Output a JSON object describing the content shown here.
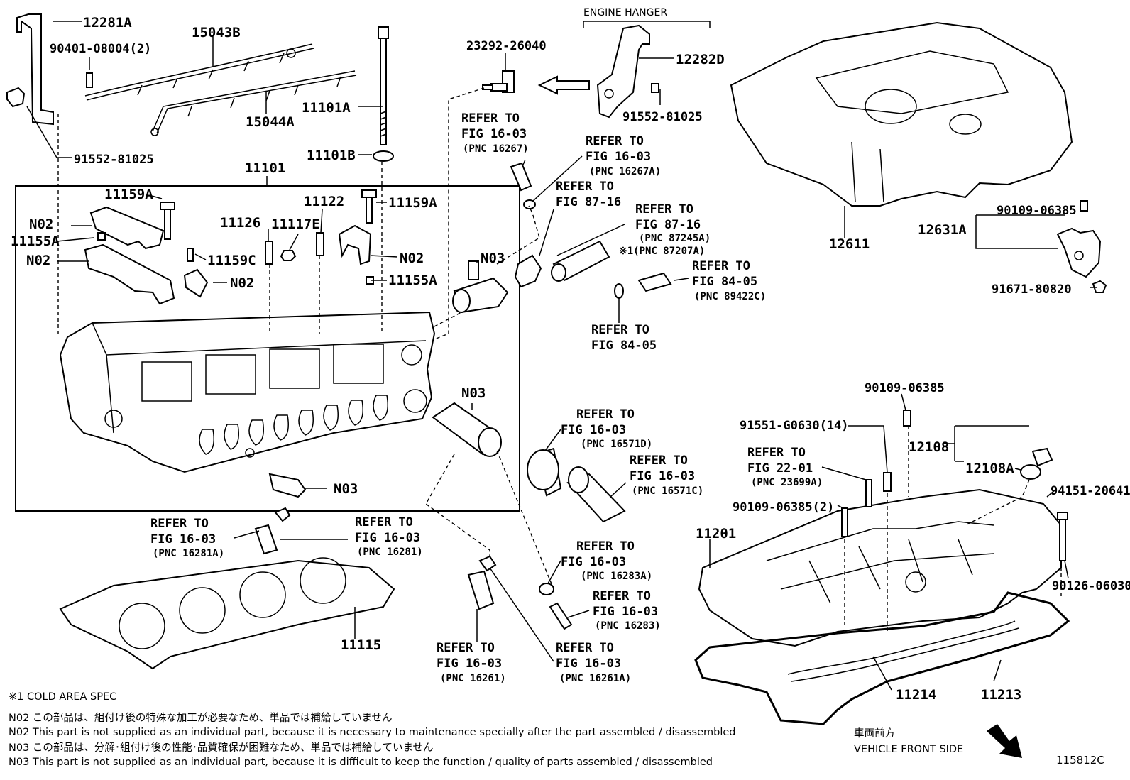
{
  "figure_id": "115812C",
  "engine_hanger_label": "ENGINE HANGER",
  "part_labels": {
    "p12281A": "12281A",
    "p90401": "90401-08004(2)",
    "p15043B": "15043B",
    "p15044A": "15044A",
    "p91552_left": "91552-81025",
    "p11101A": "11101A",
    "p11101B": "11101B",
    "p11101": "11101",
    "p11159A_l": "11159A",
    "p11159A_r": "11159A",
    "p11159C": "11159C",
    "p11155A_l": "11155A",
    "p11155A_r": "11155A",
    "p11126": "11126",
    "p11117E": "11117E",
    "p11122": "11122",
    "pN02_a": "N02",
    "pN02_b": "N02",
    "pN02_c": "N02",
    "pN02_d": "N02",
    "pN03_a": "N03",
    "pN03_b": "N03",
    "pN03_c": "N03",
    "p23292": "23292-26040",
    "p12282D": "12282D",
    "p91552_right": "91552-81025",
    "p12611": "12611",
    "p12631A": "12631A",
    "p90109_a": "90109-06385",
    "p91671": "91671-80820",
    "p90109_b": "90109-06385",
    "p91551": "91551-G0630(14)",
    "p12108": "12108",
    "p12108A": "12108A",
    "p94151": "94151-20641",
    "p90109_c": "90109-06385(2)",
    "p11201": "11201",
    "p90126": "90126-06030",
    "p11214": "11214",
    "p11213": "11213",
    "p11115": "11115"
  },
  "refers": [
    {
      "line1": "REFER TO",
      "line2": "FIG 16-03",
      "pnc": "(PNC 16267)"
    },
    {
      "line1": "REFER TO",
      "line2": "FIG 16-03",
      "pnc": "(PNC 16267A)"
    },
    {
      "line1": "REFER TO",
      "line2": "FIG 87-16",
      "pnc": ""
    },
    {
      "line1": "REFER TO",
      "line2": "FIG 87-16",
      "pnc": "(PNC 87245A)",
      "pnc2": "※1(PNC 87207A)"
    },
    {
      "line1": "REFER TO",
      "line2": "FIG 84-05",
      "pnc": "(PNC 89422C)"
    },
    {
      "line1": "REFER TO",
      "line2": "FIG 84-05",
      "pnc": ""
    },
    {
      "line1": "REFER TO",
      "line2": "FIG 16-03",
      "pnc": "(PNC 16571D)"
    },
    {
      "line1": "REFER TO",
      "line2": "FIG 16-03",
      "pnc": "(PNC 16571C)"
    },
    {
      "line1": "REFER TO",
      "line2": "FIG 22-01",
      "pnc": "(PNC 23699A)"
    },
    {
      "line1": "REFER TO",
      "line2": "FIG 16-03",
      "pnc": "(PNC 16281A)"
    },
    {
      "line1": "REFER TO",
      "line2": "FIG 16-03",
      "pnc": "(PNC 16281)"
    },
    {
      "line1": "REFER TO",
      "line2": "FIG 16-03",
      "pnc": "(PNC 16283A)"
    },
    {
      "line1": "REFER TO",
      "line2": "FIG 16-03",
      "pnc": "(PNC 16283)"
    },
    {
      "line1": "REFER TO",
      "line2": "FIG 16-03",
      "pnc": "(PNC 16261)"
    },
    {
      "line1": "REFER TO",
      "line2": "FIG 16-03",
      "pnc": "(PNC 16261A)"
    }
  ],
  "notes": {
    "cold": "※1 COLD AREA SPEC",
    "n02_jp": "N02  この部品は、組付け後の特殊な加工が必要なため、単品では補給していません",
    "n02_en": "N02  This part is not supplied as an individual part, because it is necessary to maintenance specially after the part assembled / disassembled",
    "n03_jp": "N03  この部品は、分解･組付け後の性能･品質確保が困難なため、単品では補給していません",
    "n03_en": "N03  This part is not supplied as an individual part, because it is difficult to keep the function / quality of parts  assembled / disassembled"
  },
  "vehicle_front_jp": "車両前方",
  "vehicle_front_en": "VEHICLE FRONT SIDE"
}
